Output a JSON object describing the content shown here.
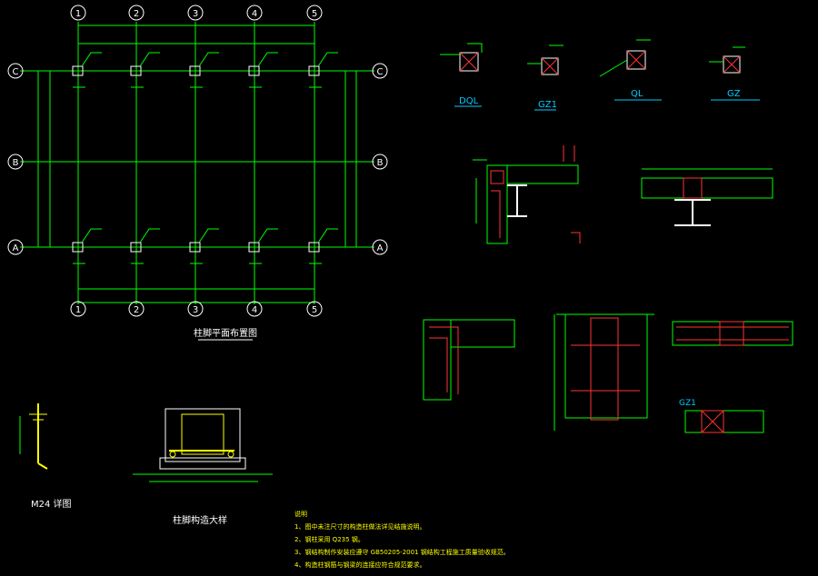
{
  "plan": {
    "column_axes": [
      "1",
      "2",
      "3",
      "4",
      "5"
    ],
    "row_axes": [
      "C",
      "B",
      "A"
    ],
    "title": "柱脚平面布置图"
  },
  "details": {
    "dql": "DQL",
    "gz1": "GZ1",
    "ql": "QL",
    "gz_unlabeled": "GZ",
    "gz1_b": "GZ1",
    "m24": "M24",
    "m24_suffix": "详图",
    "base_title": "柱脚构造大样"
  },
  "notes": {
    "heading": "说明",
    "items": [
      "1、图中未注尺寸的构造柱做法详见结施说明。",
      "2、钢柱采用  Q235  钢。",
      "3、钢结构制作安装应遵守  GB50205-2001  钢结构工程施工质量验收规范。",
      "4、构造柱钢筋与钢梁的连接应符合规范要求。"
    ]
  }
}
